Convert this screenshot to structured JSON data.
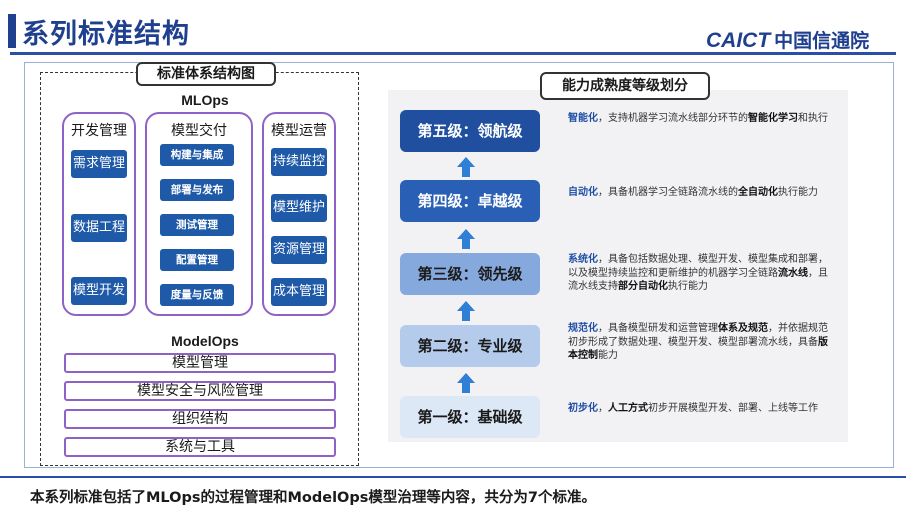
{
  "page": {
    "title": "系列标准结构"
  },
  "logo": {
    "en": "CAICT",
    "cn": "中国信通院"
  },
  "left": {
    "tag": "标准体系结构图",
    "mlops_label": "MLOps",
    "columns": [
      {
        "title": "开发管理",
        "items": [
          "需求管理",
          "数据工程",
          "模型开发"
        ]
      },
      {
        "title": "模型交付",
        "items": [
          "构建与集成",
          "部署与发布",
          "测试管理",
          "配置管理",
          "度量与反馈"
        ]
      },
      {
        "title": "模型运营",
        "items": [
          "持续监控",
          "模型维护",
          "资源管理",
          "成本管理"
        ]
      }
    ],
    "modelops_label": "ModelOps",
    "modelops_items": [
      "模型管理",
      "模型安全与风险管理",
      "组织结构",
      "系统与工具"
    ]
  },
  "right": {
    "tag": "能力成熟度等级划分",
    "levels": [
      {
        "label": "第五级：领航级",
        "color": "#1f4f9e",
        "desc": [
          {
            "t": "智能化",
            "s": "kw"
          },
          {
            "t": "，支持机器学习流水线部分环节的",
            "s": ""
          },
          {
            "t": "智能化学习",
            "s": "b"
          },
          {
            "t": "和执行",
            "s": ""
          }
        ]
      },
      {
        "label": "第四级：卓越级",
        "color": "#2960b5",
        "desc": [
          {
            "t": "自动化",
            "s": "kw"
          },
          {
            "t": "，具备机器学习全链路流水线的",
            "s": ""
          },
          {
            "t": "全自动化",
            "s": "b"
          },
          {
            "t": "执行能力",
            "s": ""
          }
        ]
      },
      {
        "label": "第三级：领先级",
        "color": "#86a9dd",
        "desc": [
          {
            "t": "系统化",
            "s": "kw"
          },
          {
            "t": "，具备包括数据处理、模型开发、模型集成和部署，以及模型持续监控和更新维护的机器学习全链路",
            "s": ""
          },
          {
            "t": "流水线",
            "s": "b"
          },
          {
            "t": "，且流水线支持",
            "s": ""
          },
          {
            "t": "部分自动化",
            "s": "b"
          },
          {
            "t": "执行能力",
            "s": ""
          }
        ]
      },
      {
        "label": "第二级：专业级",
        "color": "#b4cbec",
        "desc": [
          {
            "t": "规范化",
            "s": "kw"
          },
          {
            "t": "，具备模型研发和运营管理",
            "s": ""
          },
          {
            "t": "体系及规范",
            "s": "b"
          },
          {
            "t": "，并依据规范初步形成了数据处理、模型开发、模型部署流水线，具备",
            "s": ""
          },
          {
            "t": "版本控制",
            "s": "b"
          },
          {
            "t": "能力",
            "s": ""
          }
        ]
      },
      {
        "label": "第一级：基础级",
        "color": "#dde8f6",
        "desc": [
          {
            "t": "初步化",
            "s": "kw"
          },
          {
            "t": "，",
            "s": ""
          },
          {
            "t": "人工方式",
            "s": "b"
          },
          {
            "t": "初步开展模型开发、部署、上线等工作",
            "s": ""
          }
        ]
      }
    ]
  },
  "footer": "本系列标准包括了MLOps的过程管理和ModelOps模型治理等内容，共分为7个标准。",
  "colors": {
    "primary": "#1f3f8f",
    "accent_purple": "#8e62c7",
    "arrow": "#2f7fd6"
  }
}
